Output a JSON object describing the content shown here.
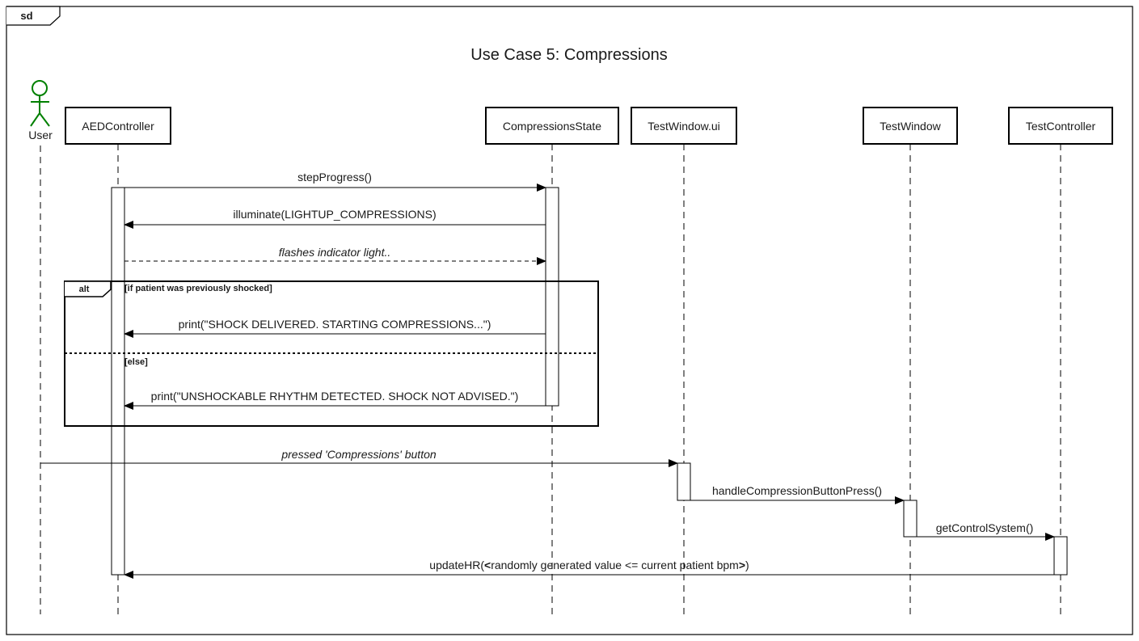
{
  "frame": {
    "tag": "sd",
    "title": "Use Case 5: Compressions"
  },
  "actor": {
    "label": "User",
    "color": "#008000"
  },
  "participants": [
    {
      "id": "aed",
      "label": "AEDController"
    },
    {
      "id": "cs",
      "label": "CompressionsState"
    },
    {
      "id": "twui",
      "label": "TestWindow.ui"
    },
    {
      "id": "tw",
      "label": "TestWindow"
    },
    {
      "id": "tc",
      "label": "TestController"
    }
  ],
  "messages": [
    {
      "id": "m1",
      "label": "stepProgress()",
      "from": "aed",
      "to": "cs",
      "style": "solid",
      "italic": false
    },
    {
      "id": "m2",
      "label": "illuminate(LIGHTUP_COMPRESSIONS)",
      "from": "cs",
      "to": "aed",
      "style": "solid",
      "italic": false
    },
    {
      "id": "m3",
      "label": "flashes indicator light..",
      "from": "aed",
      "to": "cs",
      "style": "dashed",
      "italic": true
    },
    {
      "id": "m4",
      "label": "print(\"SHOCK DELIVERED. STARTING COMPRESSIONS...\")",
      "from": "cs",
      "to": "aed",
      "style": "solid",
      "italic": false
    },
    {
      "id": "m5",
      "label": "print(\"UNSHOCKABLE RHYTHM DETECTED. SHOCK NOT ADVISED.\")",
      "from": "cs",
      "to": "aed",
      "style": "solid",
      "italic": false
    },
    {
      "id": "m6",
      "label": "pressed 'Compressions' button",
      "from": "user",
      "to": "twui",
      "style": "solid",
      "italic": true
    },
    {
      "id": "m7",
      "label": "handleCompressionButtonPress()",
      "from": "twui",
      "to": "tw",
      "style": "solid",
      "italic": false
    },
    {
      "id": "m8",
      "label": "getControlSystem()",
      "from": "tw",
      "to": "tc",
      "style": "solid",
      "italic": false
    },
    {
      "id": "m9",
      "label_prefix": "updateHR(",
      "label_open": "<",
      "label_mid": "randomly generated value <= current patient bpm",
      "label_close": ">",
      "label_suffix": ")",
      "from": "tc",
      "to": "aed",
      "style": "solid",
      "italic": false
    }
  ],
  "fragment": {
    "operator": "alt",
    "guard_1": "[if patient was previously shocked]",
    "guard_2": "[else]"
  }
}
